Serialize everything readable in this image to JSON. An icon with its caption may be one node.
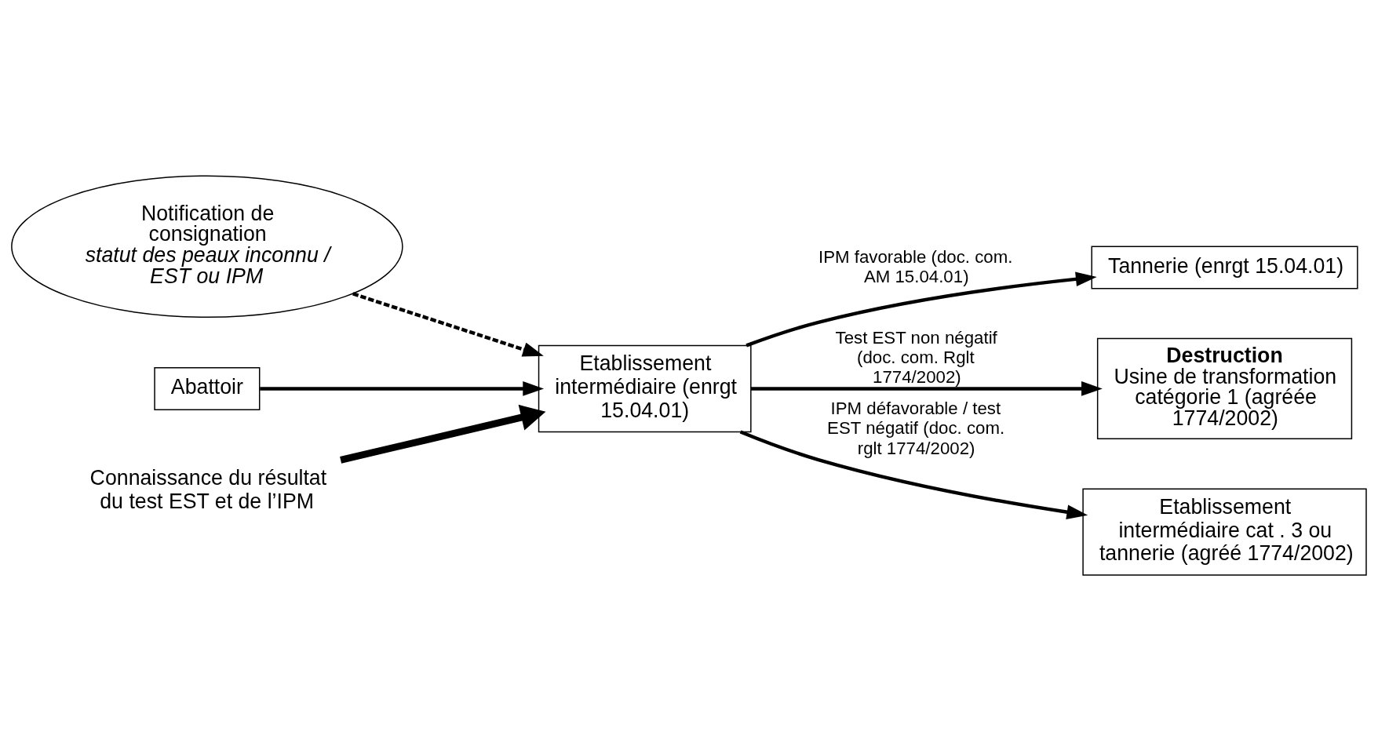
{
  "diagram": {
    "nodes": [
      {
        "text": [
          "Notification de consignation",
          "statut des peaux inconnu / EST ou IPM"
        ]
      },
      {
        "text": [
          "Abattoir"
        ]
      },
      {
        "text": [
          "Etablissement intermédiaire (enrgt 15.04.01)"
        ]
      },
      {
        "text": [
          "Tannerie (enrgt 15.04.01)"
        ]
      },
      {
        "text": [
          "Destruction",
          "Usine de transformation catégorie 1 (agréée 1774/2002)"
        ]
      },
      {
        "text": [
          "Etablissement intermédiaire cat . 3 ou tannerie (agréé 1774/2002)"
        ]
      },
      {
        "text": [
          "Connaissance du résultat du test EST et de l’IPM"
        ]
      }
    ],
    "edges": [
      {
        "from": 1,
        "to": 2,
        "arrow": "to"
      },
      {
        "from": 0,
        "to": 2,
        "arrow": "to",
        "style": "dashed"
      },
      {
        "from": 6,
        "to": 2,
        "arrow": "to",
        "style": "thick"
      },
      {
        "from": 2,
        "to": 3,
        "arrow": "to",
        "label": "IPM favorable (doc. com. AM 15.04.01)"
      },
      {
        "from": 2,
        "to": 4,
        "arrow": "to",
        "label": "Test EST non négatif (doc. com. Rglt 1774/2002)"
      },
      {
        "from": 2,
        "to": 5,
        "arrow": "to",
        "label": "IPM défavorable / test EST négatif (doc. com. rglt 1774/2002)"
      }
    ]
  }
}
